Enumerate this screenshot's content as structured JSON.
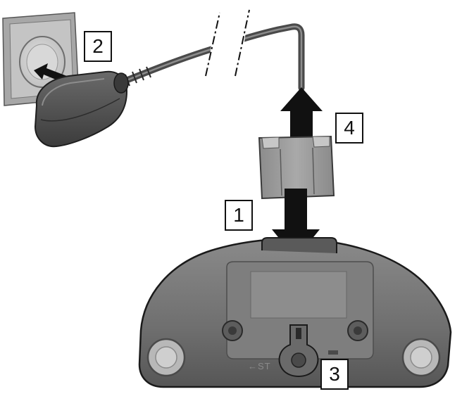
{
  "callouts": {
    "step_1": "1",
    "step_2": "2",
    "step_3": "3",
    "step_4": "4"
  },
  "base_marking": "←ST",
  "icons": {
    "wall_socket": "wall-socket-icon",
    "power_adapter": "power-adapter-icon",
    "cable_break": "cable-break-icon",
    "connector_plug": "connector-plug-icon",
    "base_station": "base-station-icon"
  },
  "colors": {
    "outline": "#111111",
    "body_dark": "#4a4a4a",
    "body_mid": "#7a7a7a",
    "body_light": "#b5b5b5",
    "arrow": "#111111"
  }
}
